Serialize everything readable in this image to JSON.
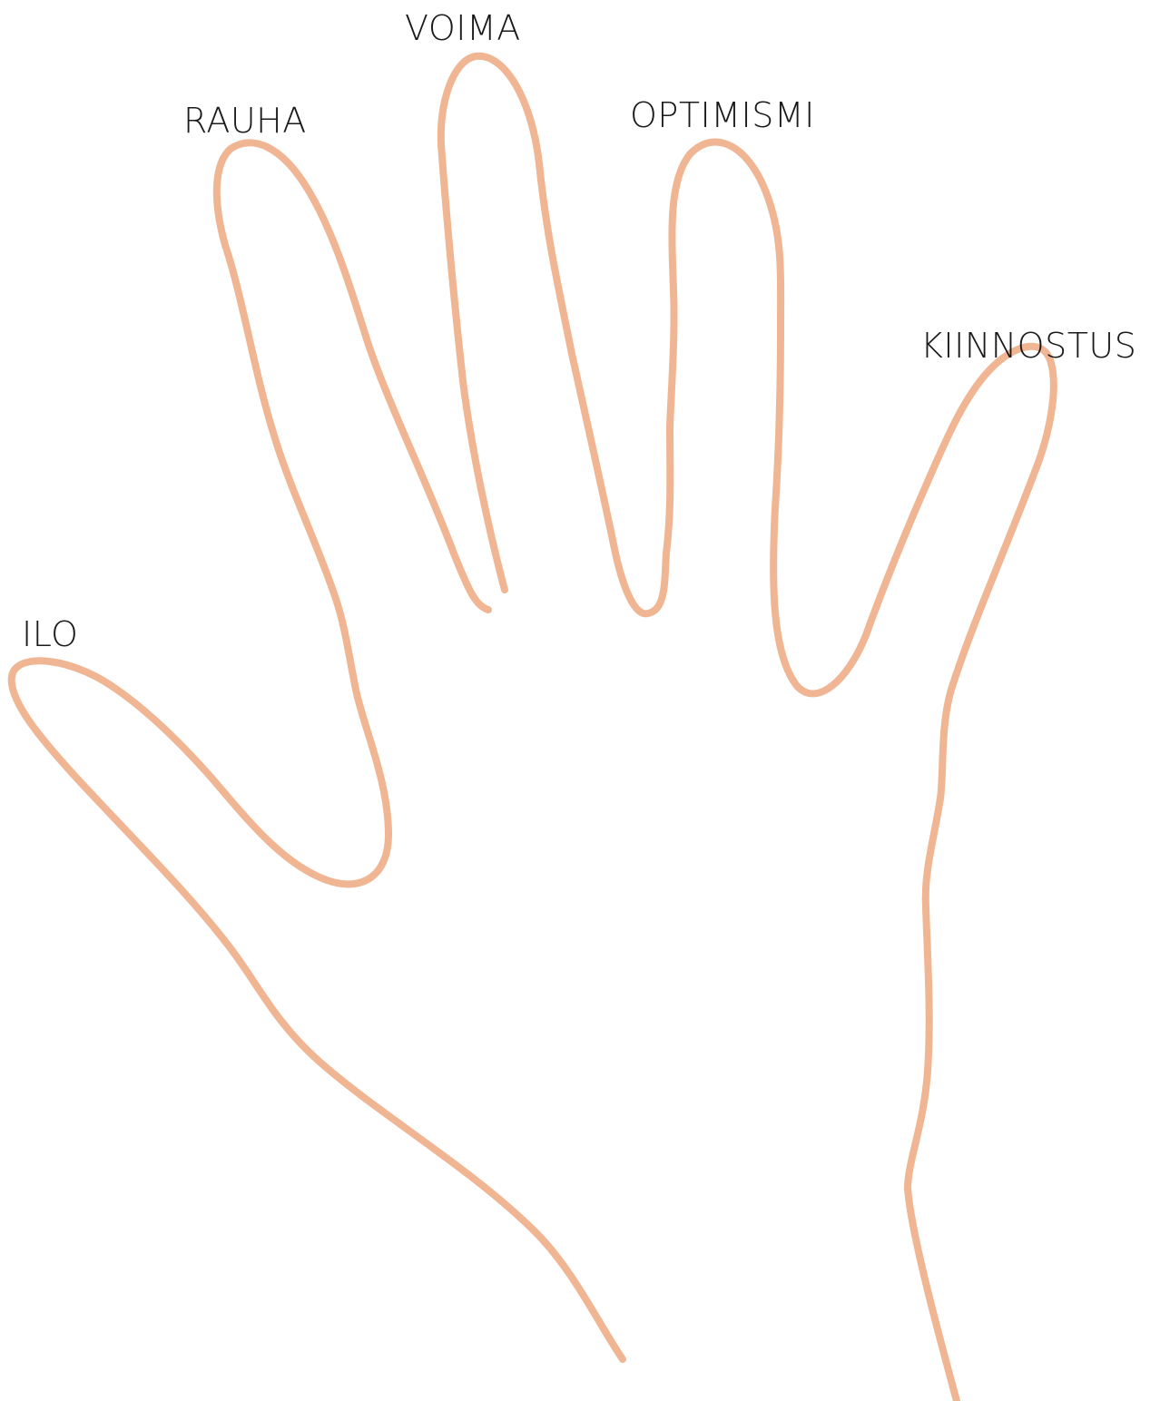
{
  "labels": {
    "thumb": "ILO",
    "index": "RAUHA",
    "middle": "VOIMA",
    "ring": "OPTIMISMI",
    "pinky": "KIINNOSTUS"
  },
  "colors": {
    "outline": "#f0b592",
    "text": "#1a1a1a",
    "background": "#ffffff"
  }
}
